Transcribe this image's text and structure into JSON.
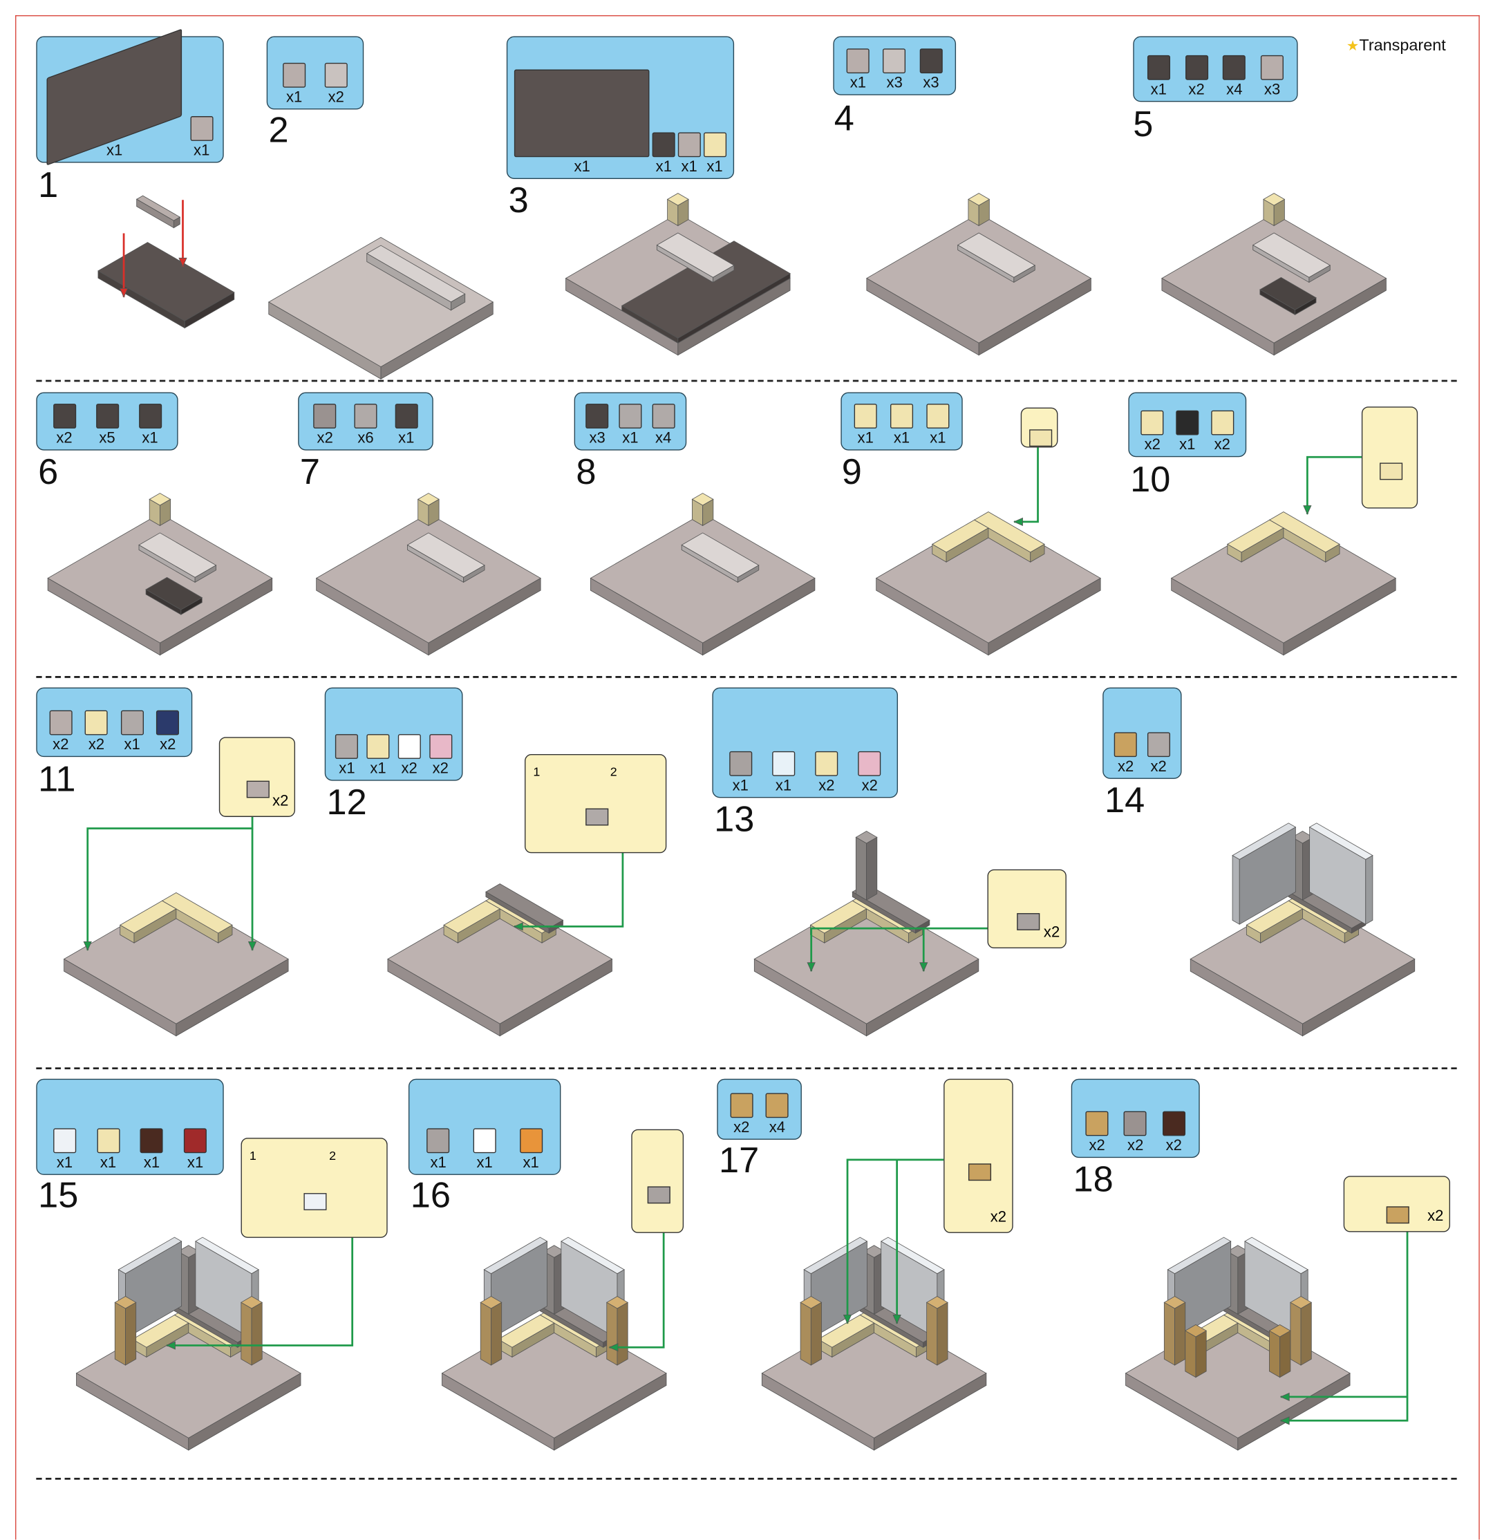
{
  "legend": {
    "star": "★",
    "label": "Transparent"
  },
  "steps": [
    {
      "number": "1",
      "parts": [
        {
          "count": "x1",
          "color": "#5a5250"
        },
        {
          "count": "x1",
          "color": "#b8aeab"
        }
      ]
    },
    {
      "number": "2",
      "parts": [
        {
          "count": "x1",
          "color": "#b8aeab"
        },
        {
          "count": "x2",
          "color": "#c9c2bf"
        }
      ]
    },
    {
      "number": "3",
      "parts": [
        {
          "count": "x1",
          "color": "#5a5250"
        },
        {
          "count": "x1",
          "color": "#4a4442"
        },
        {
          "count": "x1",
          "color": "#b8aeab"
        },
        {
          "count": "x1",
          "color": "#f1e4b0"
        }
      ]
    },
    {
      "number": "4",
      "parts": [
        {
          "count": "x1",
          "color": "#b8aeab"
        },
        {
          "count": "x3",
          "color": "#c9c2bf"
        },
        {
          "count": "x3",
          "color": "#4a4442"
        }
      ]
    },
    {
      "number": "5",
      "parts": [
        {
          "count": "x1",
          "color": "#4a4442"
        },
        {
          "count": "x2",
          "color": "#4a4442"
        },
        {
          "count": "x4",
          "color": "#4a4442"
        },
        {
          "count": "x3",
          "color": "#b8aeab"
        }
      ]
    },
    {
      "number": "6",
      "parts": [
        {
          "count": "x2",
          "color": "#4a4442"
        },
        {
          "count": "x5",
          "color": "#4a4442"
        },
        {
          "count": "x1",
          "color": "#4a4442"
        }
      ]
    },
    {
      "number": "7",
      "parts": [
        {
          "count": "x2",
          "color": "#9a9290"
        },
        {
          "count": "x6",
          "color": "#b0aaa8"
        },
        {
          "count": "x1",
          "color": "#4a4442"
        }
      ]
    },
    {
      "number": "8",
      "parts": [
        {
          "count": "x3",
          "color": "#4a4442"
        },
        {
          "count": "x1",
          "color": "#b0aaa8"
        },
        {
          "count": "x4",
          "color": "#b0aaa8"
        }
      ]
    },
    {
      "number": "9",
      "parts": [
        {
          "count": "x1",
          "color": "#f1e4b0"
        },
        {
          "count": "x1",
          "color": "#f1e4b0"
        },
        {
          "count": "x1",
          "color": "#f1e4b0"
        }
      ],
      "callout": {}
    },
    {
      "number": "10",
      "parts": [
        {
          "count": "x2",
          "color": "#f1e4b0"
        },
        {
          "count": "x1",
          "color": "#2a2a2a"
        },
        {
          "count": "x2",
          "color": "#f1e4b0"
        }
      ],
      "callout": {}
    },
    {
      "number": "11",
      "parts": [
        {
          "count": "x2",
          "color": "#b8aeab"
        },
        {
          "count": "x2",
          "color": "#f1e4b0"
        },
        {
          "count": "x1",
          "color": "#b0aaa8"
        },
        {
          "count": "x2",
          "color": "#2b3a6b"
        }
      ],
      "callout": {
        "count": "x2"
      }
    },
    {
      "number": "12",
      "parts": [
        {
          "count": "x1",
          "color": "#b0aaa8"
        },
        {
          "count": "x1",
          "color": "#f1e4b0"
        },
        {
          "count": "x2",
          "color": "#ffffff"
        },
        {
          "count": "x2",
          "color": "#e8b8c8"
        }
      ],
      "callout": {
        "subs": [
          "1",
          "2"
        ]
      }
    },
    {
      "number": "13",
      "parts": [
        {
          "count": "x1",
          "color": "#a8a2a0"
        },
        {
          "count": "x1",
          "color": "#e8f2f8"
        },
        {
          "count": "x2",
          "color": "#f1e4b0"
        },
        {
          "count": "x2",
          "color": "#e8b8c8"
        }
      ],
      "callout": {
        "count": "x2"
      }
    },
    {
      "number": "14",
      "parts": [
        {
          "count": "x2",
          "color": "#c9a260"
        },
        {
          "count": "x2",
          "color": "#b0aaa8"
        }
      ]
    },
    {
      "number": "15",
      "parts": [
        {
          "count": "x1",
          "color": "#eef2f6"
        },
        {
          "count": "x1",
          "color": "#f1e4b0"
        },
        {
          "count": "x1",
          "color": "#4a2a20"
        },
        {
          "count": "x1",
          "color": "#a02a2a"
        }
      ],
      "callout": {
        "subs": [
          "1",
          "2"
        ]
      }
    },
    {
      "number": "16",
      "parts": [
        {
          "count": "x1",
          "color": "#a8a2a0"
        },
        {
          "count": "x1",
          "color": "#ffffff"
        },
        {
          "count": "x1",
          "color": "#e8943a"
        }
      ],
      "callout": {}
    },
    {
      "number": "17",
      "parts": [
        {
          "count": "x2",
          "color": "#c9a260"
        },
        {
          "count": "x4",
          "color": "#c9a260"
        }
      ],
      "callout": {
        "count": "x2"
      }
    },
    {
      "number": "18",
      "parts": [
        {
          "count": "x2",
          "color": "#c9a260"
        },
        {
          "count": "x2",
          "color": "#9a9290"
        },
        {
          "count": "x2",
          "color": "#4a2a20"
        }
      ],
      "callout": {
        "count": "x2"
      }
    }
  ]
}
